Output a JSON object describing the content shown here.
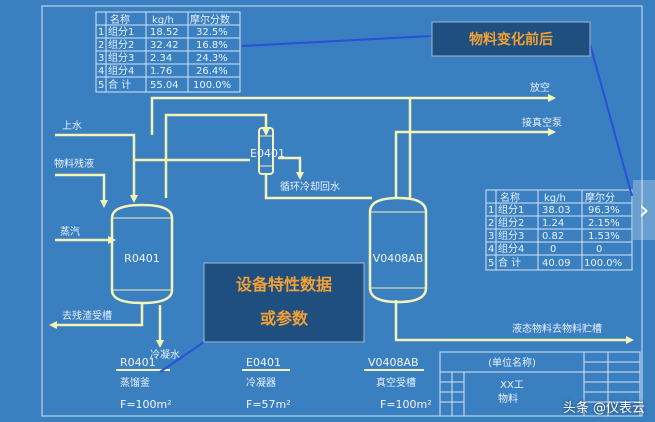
{
  "feed_table": {
    "headers": [
      "名称",
      "kg/h",
      "摩尔分数"
    ],
    "rows": [
      [
        "1",
        "组分1",
        "18.52",
        "32.5%"
      ],
      [
        "2",
        "组分2",
        "32.42",
        "16.8%"
      ],
      [
        "3",
        "组分3",
        "2.34",
        "24.3%"
      ],
      [
        "4",
        "组分4",
        "1.76",
        "26.4%"
      ],
      [
        "5",
        "合 计",
        "55.04",
        "100.0%"
      ]
    ]
  },
  "product_table": {
    "headers": [
      "名称",
      "kg/h",
      "摩尔分"
    ],
    "rows": [
      [
        "1",
        "组分1",
        "38.03",
        "96.3%"
      ],
      [
        "2",
        "组分2",
        "1.24",
        "2.15%"
      ],
      [
        "3",
        "组分3",
        "0.82",
        "1.53%"
      ],
      [
        "4",
        "组分4",
        "0",
        "0"
      ],
      [
        "5",
        "合 计",
        "40.09",
        "100.0%"
      ]
    ]
  },
  "callouts": {
    "material": "物料变化前后",
    "equipment_line1": "设备特性数据",
    "equipment_line2": "或参数"
  },
  "equipment": {
    "reactor": "R0401",
    "condenser": "E0401",
    "tank": "V0408AB"
  },
  "streams": {
    "water_in": "上水",
    "feed": "物料残液",
    "steam": "蒸汽",
    "residue": "去残渣受槽",
    "cooling_water": "冷凝水",
    "circ_water": "循环冷却回水",
    "vent": "放空",
    "vacuum": "接真空泵",
    "liquid_product": "液态物料去物料贮槽"
  },
  "equipment_list": [
    {
      "tag": "R0401",
      "name": "蒸馏釜",
      "spec": "F=100m²"
    },
    {
      "tag": "E0401",
      "name": "冷凝器",
      "spec": "F=57m²"
    },
    {
      "tag": "V0408AB",
      "name": "真空受槽",
      "spec": "F=100m²"
    }
  ],
  "title_block": {
    "unit": "(单位名称)",
    "project": "XX工",
    "drawing": "物料"
  },
  "watermark": "头条 @仪表云",
  "nav": {
    "next_icon": "chevron-right-icon"
  },
  "colors": {
    "background": "#3a7fc0",
    "pipe": "#f4f3b8",
    "line": "#e8f2ff",
    "callout_bg": "#1f4f7e",
    "callout_text": "#f0a035",
    "leader": "#2b4fd9"
  }
}
